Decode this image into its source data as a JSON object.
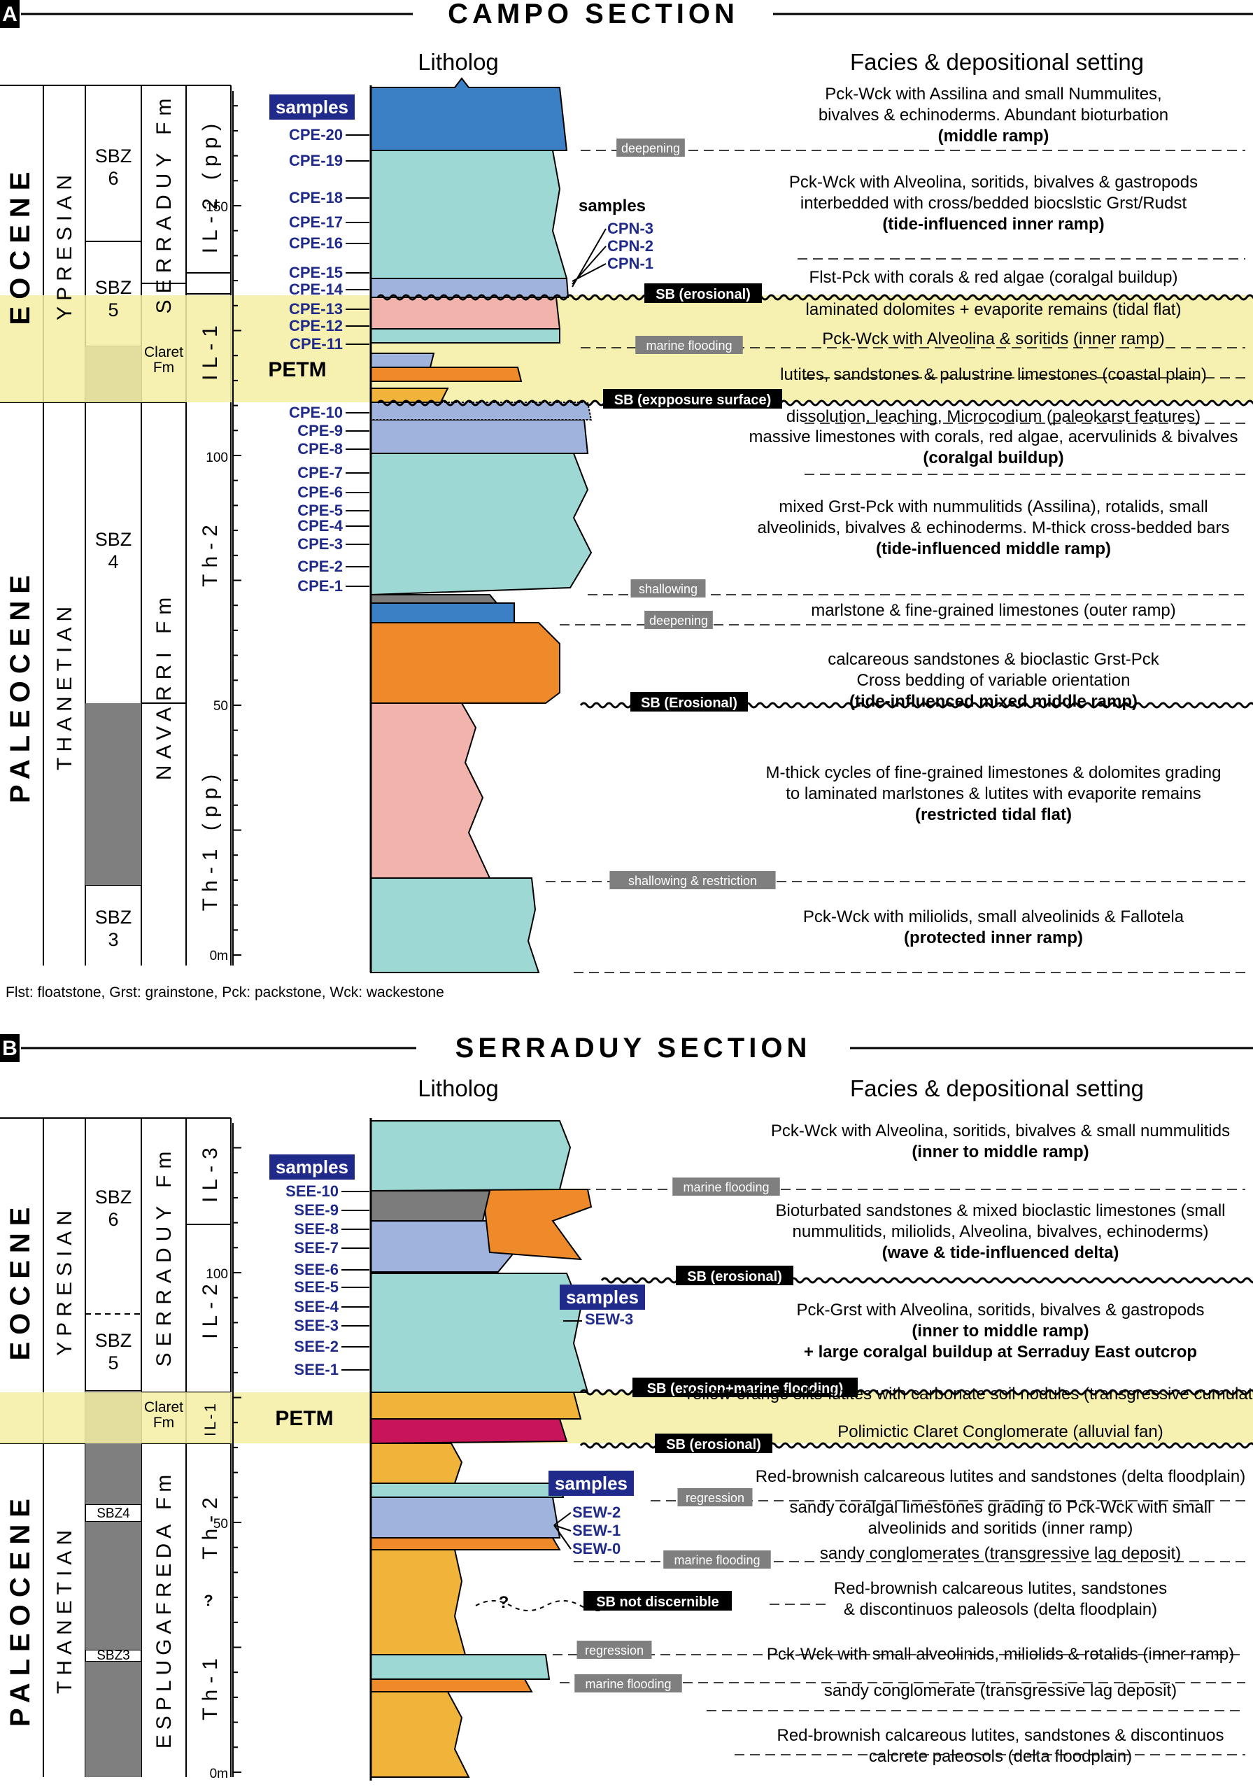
{
  "colors": {
    "teal": "#9ed8d4",
    "blue": "#3b7fc4",
    "lightblue": "#9fb3dd",
    "pink": "#f2b3ac",
    "orange": "#ee8a2a",
    "amber": "#f0b43a",
    "magenta": "#c8155a",
    "darkgrey": "#7c7c7c",
    "yellow": "#f5efa2",
    "navy": "#1f2a8a",
    "blackbox": "#000000"
  },
  "campo": {
    "panel_letter": "A",
    "title": "CAMPO SECTION",
    "litholog_header": "Litholog",
    "facies_header": "Facies & depositional setting",
    "col_eocene": "EOCENE",
    "col_paleocene": "PALEOCENE",
    "col_ypresian": "YPRESIAN",
    "col_thanetian": "THANETIAN",
    "sbz6": "SBZ 6",
    "sbz5": "SBZ 5",
    "sbz4": "SBZ 4",
    "sbz3": "SBZ 3",
    "fm_serraduy": "SERRADUY Fm",
    "fm_claret": "Claret Fm",
    "fm_navarri": "NAVARRI Fm",
    "unit_il2": "IL-2 (pp)",
    "unit_il1": "IL-1",
    "unit_th2": "Th-2",
    "unit_th1": "Th-1 (pp)",
    "petm": "PETM",
    "samples_label": "samples",
    "samples_cpn_label": "samples",
    "scale": [
      "150",
      "100",
      "50",
      "0m"
    ],
    "samples": [
      "CPE-20",
      "CPE-19",
      "CPE-18",
      "CPE-17",
      "CPE-16",
      "CPE-15",
      "CPE-14",
      "CPE-13",
      "CPE-12",
      "CPE-11",
      "CPE-10",
      "CPE-9",
      "CPE-8",
      "CPE-7",
      "CPE-6",
      "CPE-5",
      "CPE-4",
      "CPE-3",
      "CPE-2",
      "CPE-1"
    ],
    "samples_cpn": [
      "CPN-3",
      "CPN-2",
      "CPN-1"
    ],
    "surfaces": {
      "deepening1": "deepening",
      "sb_erosional1": "SB (erosional)",
      "marine_flooding": "marine flooding",
      "sb_exposure": "SB (expposure surface)",
      "shallowing": "shallowing",
      "deepening2": "deepening",
      "sb_erosional2": "SB (Erosional)",
      "shallowing_restriction": "shallowing & restriction"
    },
    "facies": [
      {
        "l1": "Pck-Wck with Assilina and small Nummulites,",
        "l2": "bivalves & echinoderms. Abundant bioturbation",
        "l3": "(middle ramp)"
      },
      {
        "l1": "Pck-Wck with Alveolina, soritids, bivalves & gastropods",
        "l2": "interbedded with cross/bedded biocslstic Grst/Rudst",
        "l3": "(tide-influenced inner ramp)"
      },
      {
        "l1": "Flst-Pck with corals & red algae (coralgal buildup)"
      },
      {
        "l1": "laminated dolomites + evaporite remains (tidal flat)"
      },
      {
        "l1": "Pck-Wck with Alveolina & soritids (inner ramp)"
      },
      {
        "l1": "lutites, sandstones & palustrine limestones (coastal plain)"
      },
      {
        "l1": "dissolution, leaching, Microcodium (paleokarst features)"
      },
      {
        "l1": "massive limestones with corals, red algae, acervulinids & bivalves",
        "l2": "(coralgal buildup)"
      },
      {
        "l1": "mixed Grst-Pck with nummulitids (Assilina), rotalids, small",
        "l2": "alveolinids, bivalves & echinoderms. M-thick cross-bedded bars",
        "l3": "(tide-influenced middle ramp)"
      },
      {
        "l1": "marlstone & fine-grained limestones (outer ramp)"
      },
      {
        "l1": "calcareous sandstones & bioclastic Grst-Pck",
        "l2": "Cross bedding of variable orientation",
        "l3": "(tide-influenced mixed middle ramp)"
      },
      {
        "l1": "M-thick cycles of fine-grained limestones & dolomites grading",
        "l2": "to laminated marlstones & lutites with evaporite remains",
        "l3": "(restricted tidal flat)"
      },
      {
        "l1": "Pck-Wck with miliolids, small alveolinids & Fallotela",
        "l2": "(protected inner ramp)"
      }
    ],
    "abbreviations": "Flst: floatstone, Grst: grainstone, Pck: packstone, Wck: wackestone"
  },
  "serraduy": {
    "panel_letter": "B",
    "title": "SERRADUY SECTION",
    "litholog_header": "Litholog",
    "facies_header": "Facies & depositional setting",
    "col_eocene": "EOCENE",
    "col_paleocene": "PALEOCENE",
    "col_ypresian": "YPRESIAN",
    "col_thanetian": "THANETIAN",
    "sbz6": "SBZ 6",
    "sbz5": "SBZ 5",
    "sbz4": "SBZ4",
    "sbz3": "SBZ3",
    "fm_serraduy": "SERRADUY Fm",
    "fm_claret": "Claret Fm",
    "fm_esplugafreda": "ESPLUGAFREDA Fm",
    "unit_il3": "IL-3",
    "unit_il2": "IL-2",
    "unit_il1": "IL-1",
    "unit_th2": "Th-2",
    "unit_th1": "Th-1",
    "qmark": "?",
    "petm": "PETM",
    "samples_label": "samples",
    "samples_sew3_label": "samples",
    "samples_sew_label": "samples",
    "scale": [
      "100",
      "50",
      "0m"
    ],
    "samples": [
      "SEE-10",
      "SEE-9",
      "SEE-8",
      "SEE-7",
      "SEE-6",
      "SEE-5",
      "SEE-4",
      "SEE-3",
      "SEE-2",
      "SEE-1"
    ],
    "sample_sew3": "SEW-3",
    "samples_sew": [
      "SEW-2",
      "SEW-1",
      "SEW-0"
    ],
    "surfaces": {
      "marine_flooding1": "marine flooding",
      "sb_erosional1": "SB (erosional)",
      "sb_erosion_flooding": "SB (erosion+marine flooding)",
      "sb_erosional2": "SB (erosional)",
      "regression1": "regression",
      "marine_flooding2": "marine flooding",
      "sb_not": "SB not discernible",
      "regression2": "regression",
      "marine_flooding3": "marine flooding"
    },
    "facies": [
      {
        "l1": "Pck-Wck with Alveolina, soritids, bivalves & small nummulitids",
        "l2": "(inner to middle ramp)"
      },
      {
        "l1": "Bioturbated sandstones & mixed bioclastic limestones (small",
        "l2": "nummulitids, miliolids, Alveolina, bivalves, echinoderms)",
        "l3": "(wave & tide-influenced delta)"
      },
      {
        "l1": "Pck-Grst with Alveolina, soritids, bivalves & gastropods",
        "l2": "(inner to middle ramp)",
        "l3": "+ large coralgal buildup at Serraduy East outcrop"
      },
      {
        "l1": "Yellow-orange silts-lutites with carbonate soil nodules (transgressive cumulative soils)"
      },
      {
        "l1": "Polimictic Claret Conglomerate (alluvial fan)"
      },
      {
        "l1": "Red-brownish calcareous lutites and sandstones (delta floodplain)"
      },
      {
        "l1": "sandy coralgal limestones grading to Pck-Wck with small",
        "l2": "alveolinids and soritids (inner ramp)"
      },
      {
        "l1": "sandy conglomerates (transgressive lag deposit)"
      },
      {
        "l1": "Red-brownish calcareous lutites, sandstones",
        "l2": "& discontinuos paleosols (delta floodplain)"
      },
      {
        "l1": "Pck-Wck with small alveolinids, miliolids & rotalids (inner ramp)"
      },
      {
        "l1": "sandy conglomerate (transgressive lag deposit)"
      },
      {
        "l1": "Red-brownish calcareous lutites, sandstones & discontinuos",
        "l2": "calcrete paleosols (delta floodplain)"
      }
    ]
  }
}
